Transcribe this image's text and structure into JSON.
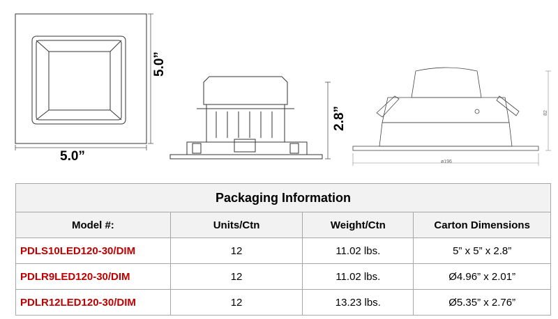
{
  "drawing_labels": {
    "square_width": "5.0”",
    "square_height": "5.0”",
    "side_height": "2.8”",
    "round_diameter": "ø196",
    "round_height": "82"
  },
  "table": {
    "title": "Packaging Information",
    "headers": [
      "Model #:",
      "Units/Ctn",
      "Weight/Ctn",
      "Carton Dimensions"
    ],
    "rows": [
      {
        "model": "PDLS10LED120-30/DIM",
        "units": "12",
        "weight": "11.02 lbs.",
        "dimensions": "5” x 5” x 2.8”"
      },
      {
        "model": "PDLR9LED120-30/DIM",
        "units": "12",
        "weight": "11.02 lbs.",
        "dimensions": "Ø4.96” x 2.01”"
      },
      {
        "model": "PDLR12LED120-30/DIM",
        "units": "12",
        "weight": "13.23 lbs.",
        "dimensions": "Ø5.35”  x 2.76”"
      }
    ]
  },
  "colors": {
    "model_text": "#c00000",
    "header_bg": "#f2f2f2",
    "border": "#a6a6a6"
  }
}
